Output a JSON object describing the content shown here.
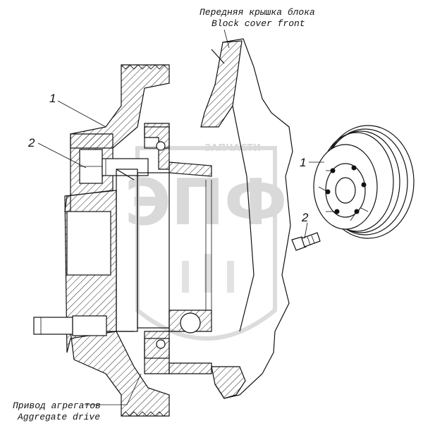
{
  "callouts": {
    "block_cover_ru": "Передняя крышка блока",
    "block_cover_en": "Block cover front",
    "aggregate_drive_ru": "Привод агрегатов",
    "aggregate_drive_en": "Aggregate drive",
    "part_1_left": "1",
    "part_2_left": "2",
    "part_1_right": "1",
    "part_2_right": "2"
  },
  "watermark": {
    "text": "ЭПФ",
    "subtitle": "ЗАПЧАСТИ"
  }
}
